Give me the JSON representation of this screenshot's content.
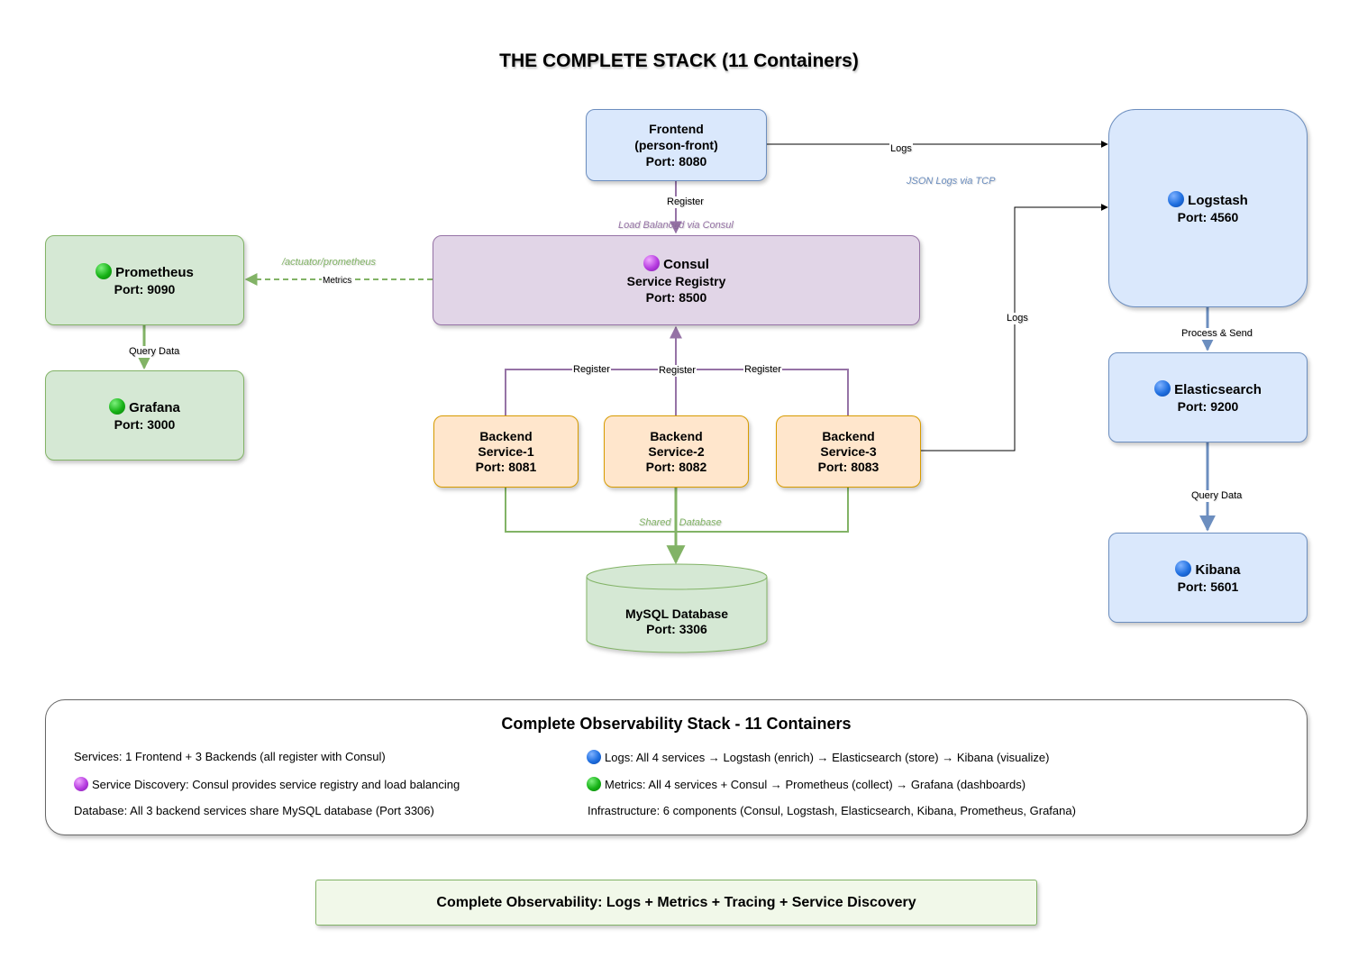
{
  "title": "THE COMPLETE STACK (11 Containers)",
  "nodes": {
    "frontend": {
      "line1": "Frontend",
      "line2": "(person-front)",
      "line3": "Port: 8080"
    },
    "consul": {
      "name": "Consul",
      "line2": "Service Registry",
      "line3": "Port: 8500",
      "icon": "purple-circle-icon"
    },
    "prometheus": {
      "name": "Prometheus",
      "port": "Port: 9090",
      "icon": "green-circle-icon"
    },
    "grafana": {
      "name": "Grafana",
      "port": "Port: 3000",
      "icon": "green-circle-icon"
    },
    "backend1": {
      "line1": "Backend",
      "line2": "Service-1",
      "line3": "Port: 8081"
    },
    "backend2": {
      "line1": "Backend",
      "line2": "Service-2",
      "line3": "Port: 8082"
    },
    "backend3": {
      "line1": "Backend",
      "line2": "Service-3",
      "line3": "Port: 8083"
    },
    "mysql": {
      "line1": "MySQL Database",
      "line2": "Port: 3306"
    },
    "logstash": {
      "name": "Logstash",
      "port": "Port: 4560",
      "icon": "blue-circle-icon"
    },
    "elasticsearch": {
      "name": "Elasticsearch",
      "port": "Port: 9200",
      "icon": "blue-circle-icon"
    },
    "kibana": {
      "name": "Kibana",
      "port": "Port: 5601",
      "icon": "blue-circle-icon"
    }
  },
  "edges": {
    "frontend_logstash": "Logs",
    "json_logs_note": "JSON Logs via TCP",
    "frontend_register": "Register",
    "load_balanced_note": "Load Balanced via Consul",
    "actuator_note": "/actuator/prometheus",
    "metrics": "Metrics",
    "query_data_grafana": "Query Data",
    "register_1": "Register",
    "register_2": "Register",
    "register_3": "Register",
    "backend_logs": "Logs",
    "shared_db_note": "Shared   Database",
    "process_send": "Process & Send",
    "query_data_kibana": "Query Data"
  },
  "summary": {
    "title": "Complete Observability Stack - 11 Containers",
    "left": [
      {
        "text": "Services: 1 Frontend + 3 Backends (all register with Consul)"
      },
      {
        "text": "Service Discovery: Consul provides service registry and load balancing",
        "icon": "purple-circle-icon"
      },
      {
        "text": "Database: All 3 backend services share MySQL database (Port 3306)"
      }
    ],
    "right": [
      {
        "text": "Logs: All 4 services → Logstash (enrich) → Elasticsearch (store) → Kibana (visualize)",
        "icon": "blue-circle-icon"
      },
      {
        "text": "Metrics: All 4 services + Consul → Prometheus (collect) → Grafana (dashboards)",
        "icon": "green-circle-icon"
      },
      {
        "text": "Infrastructure: 6 components (Consul, Logstash, Elasticsearch, Kibana, Prometheus, Grafana)"
      }
    ]
  },
  "footer": "Complete Observability: Logs + Metrics + Tracing + Service Discovery",
  "colors": {
    "blue_fill": "#dae8fc",
    "blue_stroke": "#6c8ebf",
    "green_fill": "#d5e8d4",
    "green_stroke": "#82b366",
    "purple_fill": "#e1d5e7",
    "purple_stroke": "#9673a6",
    "orange_fill": "#ffe6cc",
    "orange_stroke": "#d79b00",
    "footer_fill": "#f1f8e9"
  }
}
